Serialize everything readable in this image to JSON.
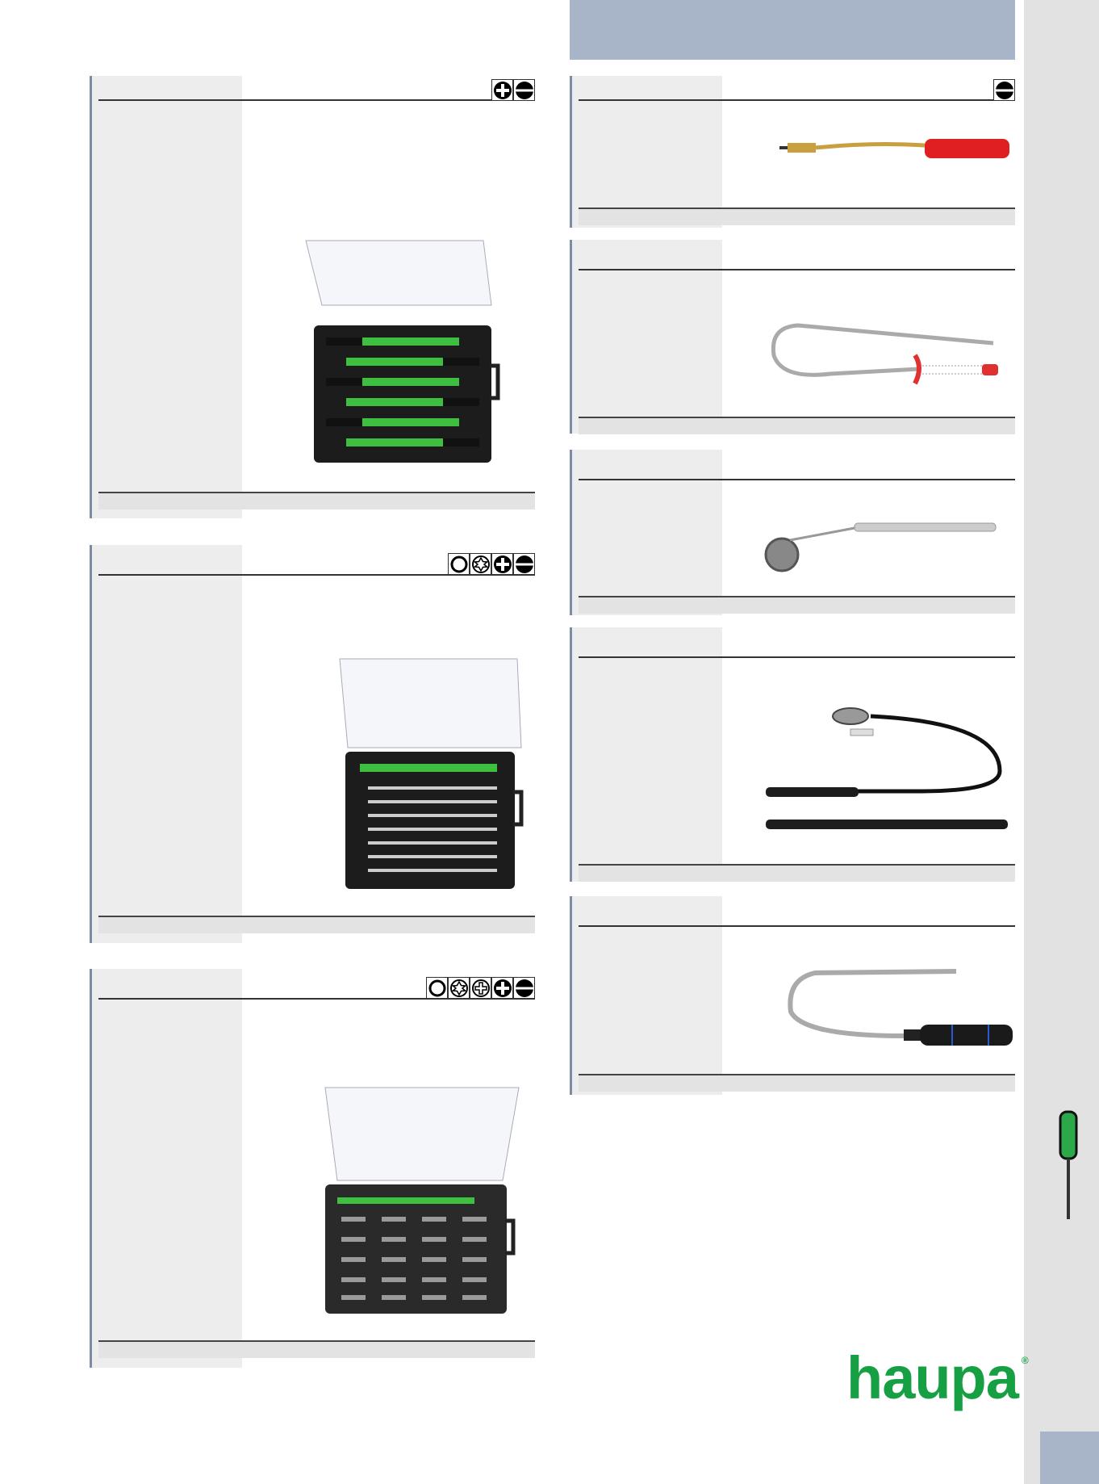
{
  "brand": {
    "logo_text": "haupa",
    "registered_mark": "®",
    "color": "#17a043"
  },
  "colors": {
    "accent": "#a8b4c8",
    "card_border": "#7d8ca6",
    "column_bg": "#ededed"
  },
  "left_products": [
    {
      "drive_icons": [
        "phillips-icon",
        "slotted-icon"
      ],
      "image": "precision-screwdriver-set-6pc"
    },
    {
      "drive_icons": [
        "hex-icon",
        "torx-icon",
        "phillips-icon",
        "slotted-icon"
      ],
      "image": "precision-screwdriver-set-bits"
    },
    {
      "drive_icons": [
        "hex-icon",
        "torx-icon",
        "pozidriv-icon",
        "phillips-icon",
        "slotted-icon"
      ],
      "image": "precision-bit-set-large"
    }
  ],
  "right_products": [
    {
      "drive_icons": [
        "slotted-icon"
      ],
      "image": "flexible-screwdriver"
    },
    {
      "drive_icons": [],
      "image": "flexible-pickup-tool"
    },
    {
      "drive_icons": [],
      "image": "telescopic-inspection-mirror"
    },
    {
      "drive_icons": [],
      "image": "inspection-mirror-led"
    },
    {
      "drive_icons": [],
      "image": "flexible-magnetic-pickup"
    }
  ]
}
